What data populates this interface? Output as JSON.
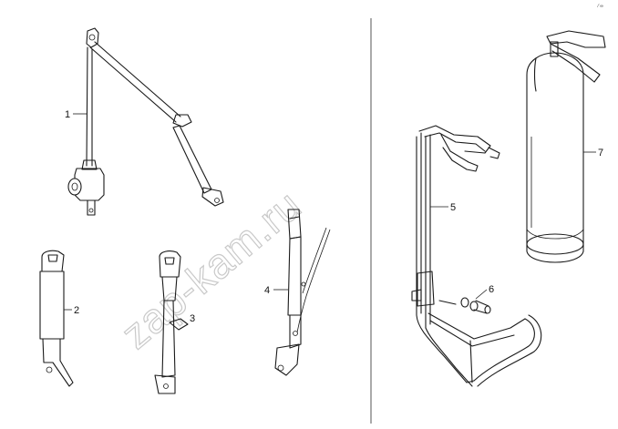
{
  "watermark": "zap-kam.ru",
  "corner_mark": "⁄ ∞",
  "callouts": [
    "1",
    "2",
    "3",
    "4",
    "5",
    "6",
    "7"
  ],
  "parts": [
    "seat-belt-retractor-assembly",
    "buckle-long",
    "buckle-short",
    "seat-belt-stalk-with-cable",
    "extinguisher-bracket",
    "bracket-bolt-and-nuts",
    "fire-extinguisher"
  ]
}
